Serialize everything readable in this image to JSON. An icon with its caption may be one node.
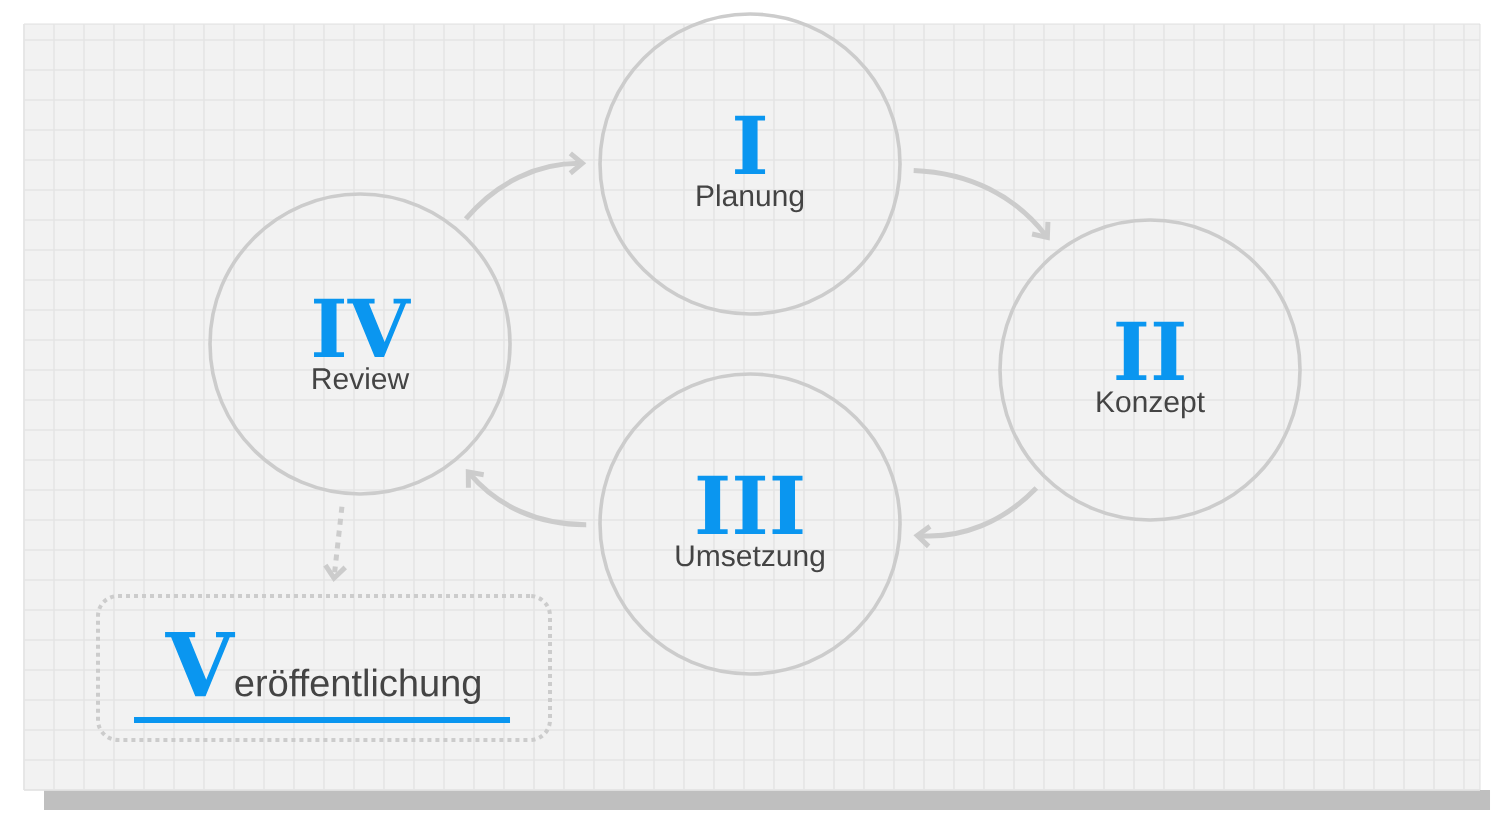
{
  "diagram": {
    "nodes": [
      {
        "text": [
          "I",
          "Planung"
        ]
      },
      {
        "text": [
          "II",
          "Konzept"
        ]
      },
      {
        "text": [
          "III",
          "Umsetzung"
        ]
      },
      {
        "text": [
          "IV",
          "Review"
        ]
      },
      {
        "text": [
          "V",
          "eröffentlichung"
        ]
      }
    ],
    "edges": [
      {
        "from": 0,
        "to": 1,
        "arrow": "to"
      },
      {
        "from": 1,
        "to": 2,
        "arrow": "to"
      },
      {
        "from": 2,
        "to": 3,
        "arrow": "to"
      },
      {
        "from": 3,
        "to": 0,
        "arrow": "to"
      },
      {
        "from": 3,
        "to": 4,
        "arrow": "to",
        "style": "dashed"
      }
    ]
  }
}
